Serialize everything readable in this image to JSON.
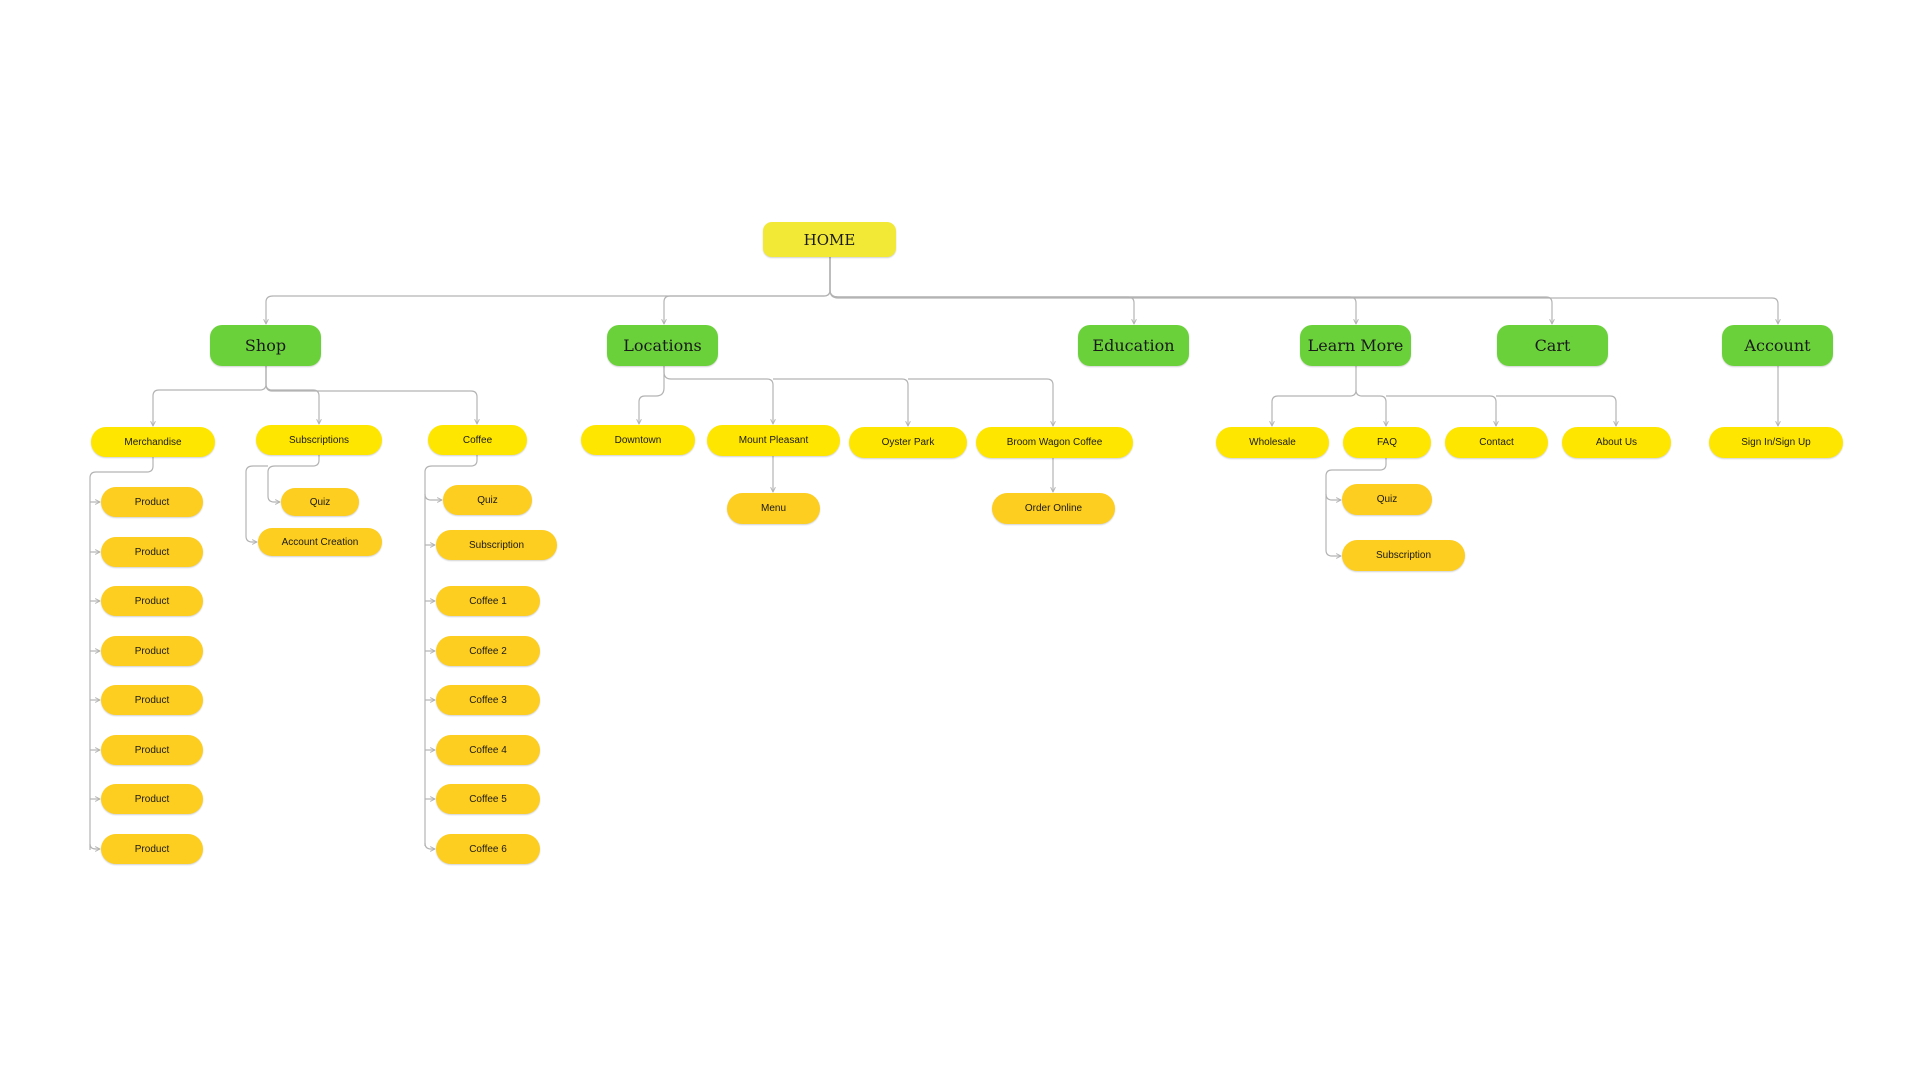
{
  "colors": {
    "home": "#f2e936",
    "section": "#6bd13b",
    "page": "#ffe600",
    "subpage": "#fdcd1f",
    "connector": "#b3b3b3"
  },
  "home": {
    "label": "HOME"
  },
  "sections": {
    "shop": "Shop",
    "locations": "Locations",
    "education": "Education",
    "learn_more": "Learn More",
    "cart": "Cart",
    "account": "Account"
  },
  "shop": {
    "merchandise": {
      "label": "Merchandise",
      "products": [
        "Product",
        "Product",
        "Product",
        "Product",
        "Product",
        "Product",
        "Product",
        "Product"
      ]
    },
    "subscriptions": {
      "label": "Subscriptions",
      "children": [
        "Quiz",
        "Account Creation"
      ]
    },
    "coffee": {
      "label": "Coffee",
      "children": [
        "Quiz",
        "Subscription",
        "Coffee 1",
        "Coffee 2",
        "Coffee 3",
        "Coffee 4",
        "Coffee 5",
        "Coffee 6"
      ]
    }
  },
  "locations": {
    "downtown": "Downtown",
    "mount_pleasant": {
      "label": "Mount Pleasant",
      "children": [
        "Menu"
      ]
    },
    "oyster_park": "Oyster Park",
    "broom_wagon": {
      "label": "Broom Wagon Coffee",
      "children": [
        "Order Online"
      ]
    }
  },
  "learn_more": {
    "wholesale": "Wholesale",
    "faq": {
      "label": "FAQ",
      "children": [
        "Quiz",
        "Subscription"
      ]
    },
    "contact": "Contact",
    "about_us": "About Us"
  },
  "account": {
    "sign_in": "Sign In/Sign Up"
  }
}
